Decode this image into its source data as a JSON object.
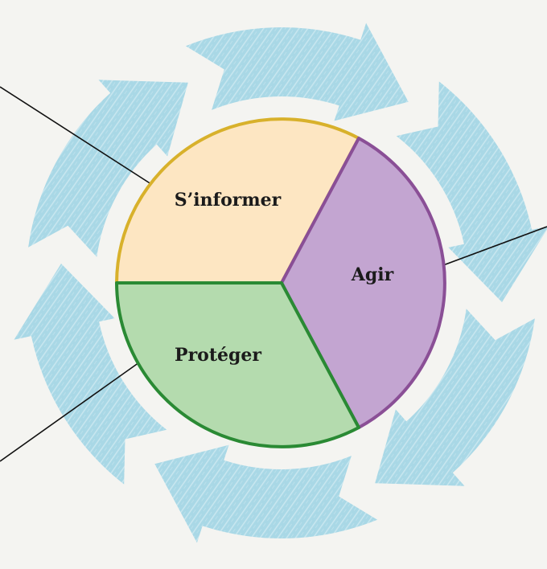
{
  "colors": {
    "background": "#f4f4f1",
    "arrow_fill": "#a9d8e6",
    "arrow_texture": "#ffffff",
    "leader_line": "#111111"
  },
  "segments": [
    {
      "id": "informer",
      "label": "S’informer",
      "fill": "#fde6c2",
      "stroke": "#d8b12b"
    },
    {
      "id": "agir",
      "label": "Agir",
      "fill": "#c3a5d1",
      "stroke": "#8a4f96"
    },
    {
      "id": "proteger",
      "label": "Protéger",
      "fill": "#b4dbae",
      "stroke": "#2a8a34"
    }
  ],
  "cycle": {
    "arrow_count": 6,
    "direction": "clockwise"
  }
}
